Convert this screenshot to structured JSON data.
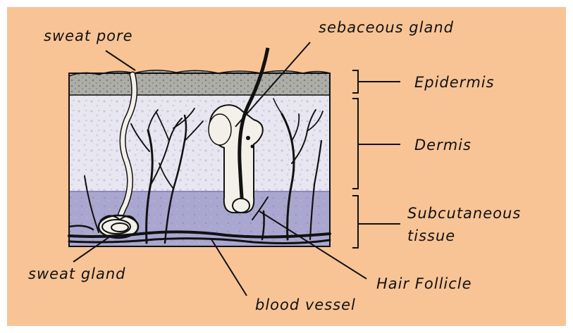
{
  "colors": {
    "background": "#F8C496",
    "epidermis": "#AEAEA8",
    "dermis": "#E8E6F0",
    "subcutaneous": "#A9A7CF",
    "outline": "#111111",
    "vessel": "#111111",
    "gland": "#F2F0E8"
  },
  "labels": {
    "sweat_pore": "sweat pore",
    "sebaceous_gland": "sebaceous gland",
    "epidermis": "Epidermis",
    "dermis": "Dermis",
    "subcutaneous_line1": "Subcutaneous",
    "subcutaneous_line2": "tissue",
    "sweat_gland": "sweat gland",
    "hair_follicle": "Hair Follicle",
    "blood_vessel": "blood vessel"
  }
}
